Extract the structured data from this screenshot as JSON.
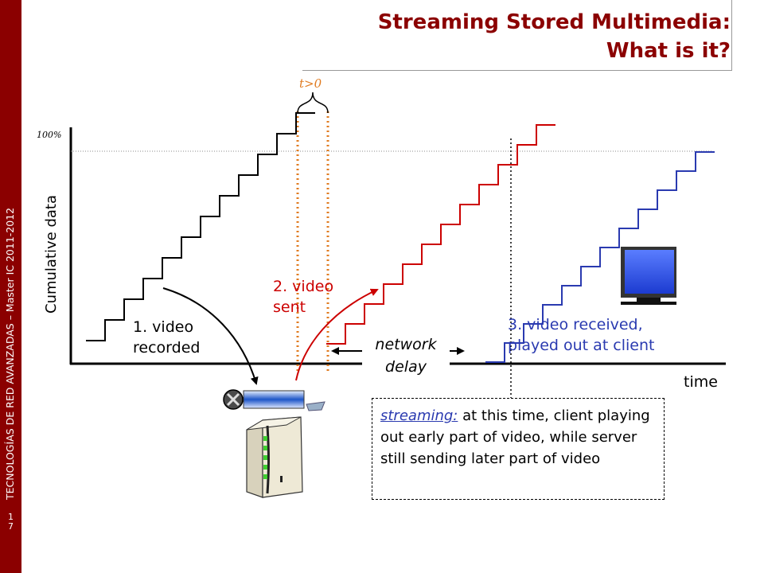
{
  "slide": {
    "sidebar_text": "TECNOLOGÍAS DE RED AVANZADAS – Master IC 2011-2012",
    "slide_number": [
      "1",
      "7"
    ],
    "title_line1": "Streaming Stored Multimedia:",
    "title_line2": "What is it?"
  },
  "diagram": {
    "y_axis_label": "Cumulative data",
    "x_axis_label": "time",
    "hundred_percent": "100%",
    "t_label": "t>0",
    "step1": {
      "line1": "1.  video",
      "line2": "recorded",
      "color": "#000000"
    },
    "step2": {
      "line1": "2. video",
      "line2": "sent",
      "color": "#cc0000"
    },
    "step3": {
      "line1": "3. video received,",
      "line2": "played out at client",
      "color": "#2a3ab0"
    },
    "network_delay": {
      "line1": "network",
      "line2": "delay"
    },
    "streaming_note": {
      "term": "streaming:",
      "text": " at this time, client playing out early part of video, while server still sending later part of video"
    },
    "colors": {
      "recorded": "#000000",
      "sent": "#cc0000",
      "received": "#2a3ab0",
      "guide": "#e07b20",
      "accent": "#8b0000"
    },
    "icons": [
      "video-camera-icon",
      "server-icon",
      "monitor-icon"
    ]
  }
}
